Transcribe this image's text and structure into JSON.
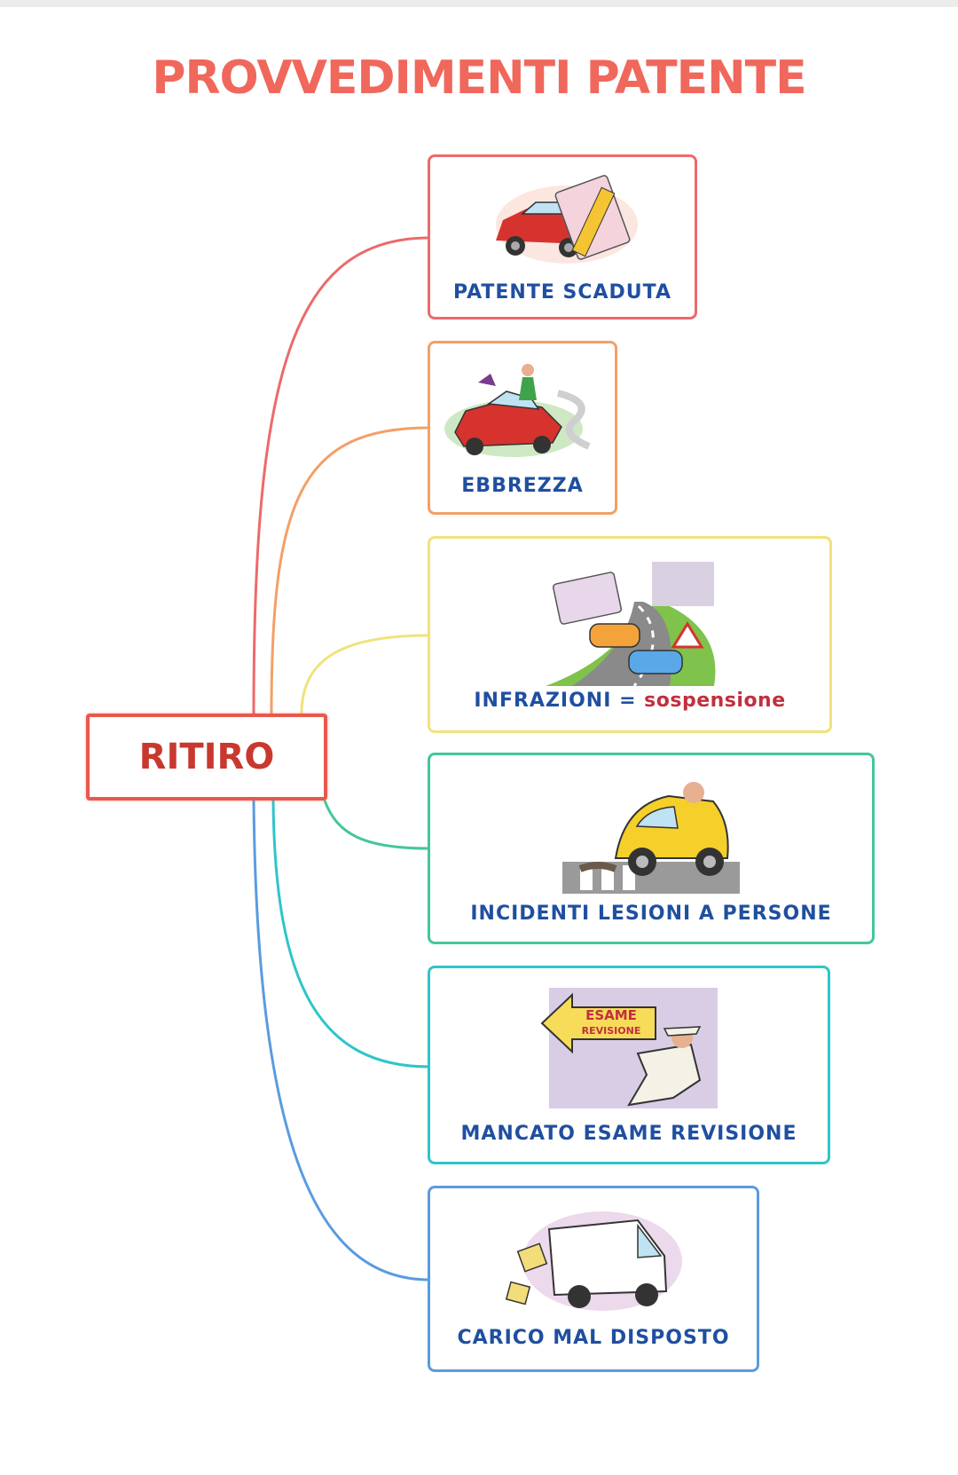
{
  "title": "PROVVEDIMENTI PATENTE",
  "root": {
    "label": "RITIRO",
    "color": "#e8594d"
  },
  "nodes": [
    {
      "label": "PATENTE SCADUTA",
      "color": "#ec6a6a",
      "illustration": "expired-license-car-illustration"
    },
    {
      "label": "EBBREZZA",
      "color": "#f3a066",
      "illustration": "drunk-driver-car-illustration"
    },
    {
      "label": "INFRAZIONI",
      "separator": "=",
      "label_suffix": "sospensione",
      "color": "#f1e27a",
      "illustration": "traffic-infraction-road-illustration"
    },
    {
      "label": "INCIDENTI LESIONI A PERSONE",
      "color": "#43c79a",
      "illustration": "car-accident-pedestrian-illustration"
    },
    {
      "label": "MANCATO ESAME REVISIONE",
      "sign_text": [
        "ESAME",
        "REVISIONE"
      ],
      "color": "#2ec5c9",
      "illustration": "missed-exam-detective-illustration"
    },
    {
      "label": "CARICO MAL DISPOSTO",
      "color": "#5a9be0",
      "illustration": "badly-loaded-van-illustration"
    }
  ],
  "colors": {
    "title": "#f0675c",
    "root_text": "#c9382e",
    "label_text": "#1f4fa0",
    "suffix_text": "#c22f3e"
  }
}
